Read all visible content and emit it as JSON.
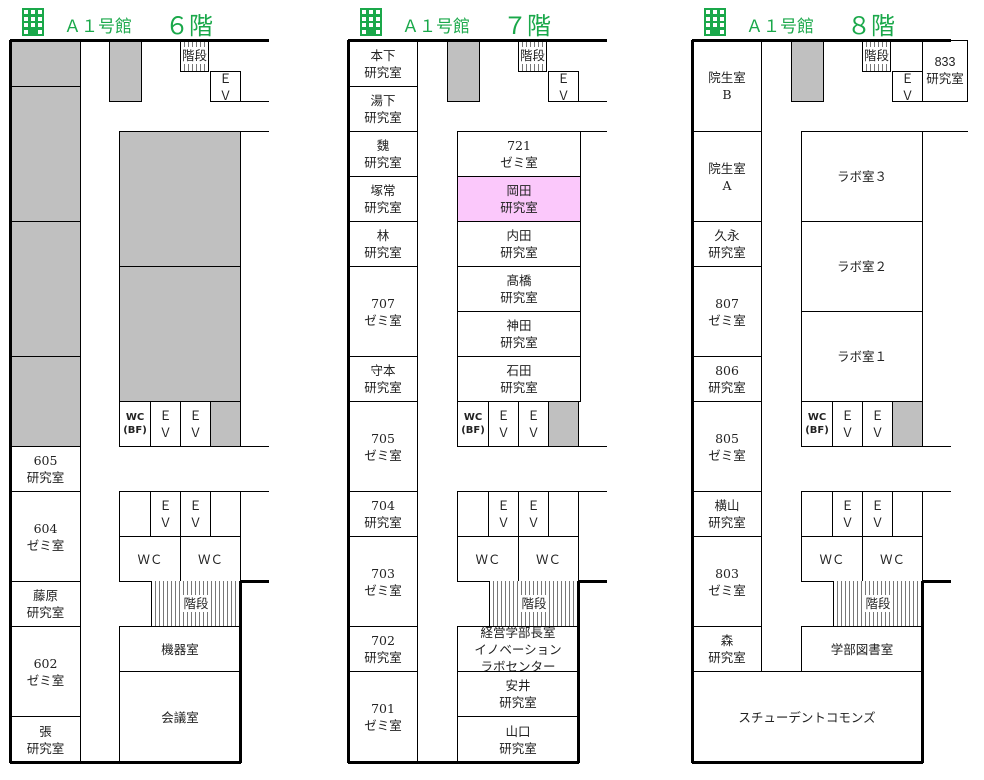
{
  "labels": {
    "stairs": "階段",
    "ev": "Ｅ\nＶ",
    "wc": "ＷＣ",
    "wc_bf": "WC\n(BF)"
  },
  "floors": [
    {
      "building": "Ａ１号館",
      "floor": "６階",
      "rooms": [
        "605\n研究室",
        "604\nゼミ室",
        "藤原\n研究室",
        "602\nゼミ室",
        "張\n研究室",
        "機器室",
        "会議室"
      ]
    },
    {
      "building": "Ａ１号館",
      "floor": "７階",
      "rooms": [
        "本下\n研究室",
        "湯下\n研究室",
        "魏\n研究室",
        "塚常\n研究室",
        "林\n研究室",
        "707\nゼミ室",
        "守本\n研究室",
        "705\nゼミ室",
        "704\n研究室",
        "703\nゼミ室",
        "702\n研究室",
        "701\nゼミ室",
        "721\nゼミ室",
        "岡田\n研究室",
        "内田\n研究室",
        "髙橋\n研究室",
        "神田\n研究室",
        "石田\n研究室",
        "経営学部長室\nイノベーション\nラボセンター",
        "安井\n研究室",
        "山口\n研究室"
      ],
      "highlight_color": "#fbc8fb"
    },
    {
      "building": "Ａ１号館",
      "floor": "８階",
      "rooms": [
        "院生室\nB",
        "院生室\nA",
        "久永\n研究室",
        "807\nゼミ室",
        "806\n研究室",
        "805\nゼミ室",
        "横山\n研究室",
        "803\nゼミ室",
        "森\n研究室",
        "スチューデントコモンズ",
        "833\n研究室",
        "ラボ室３",
        "ラボ室２",
        "ラボ室１",
        "学部図書室"
      ]
    }
  ],
  "colors": {
    "header": "#1aa84a",
    "wall_gray": "#c0c0c0"
  }
}
